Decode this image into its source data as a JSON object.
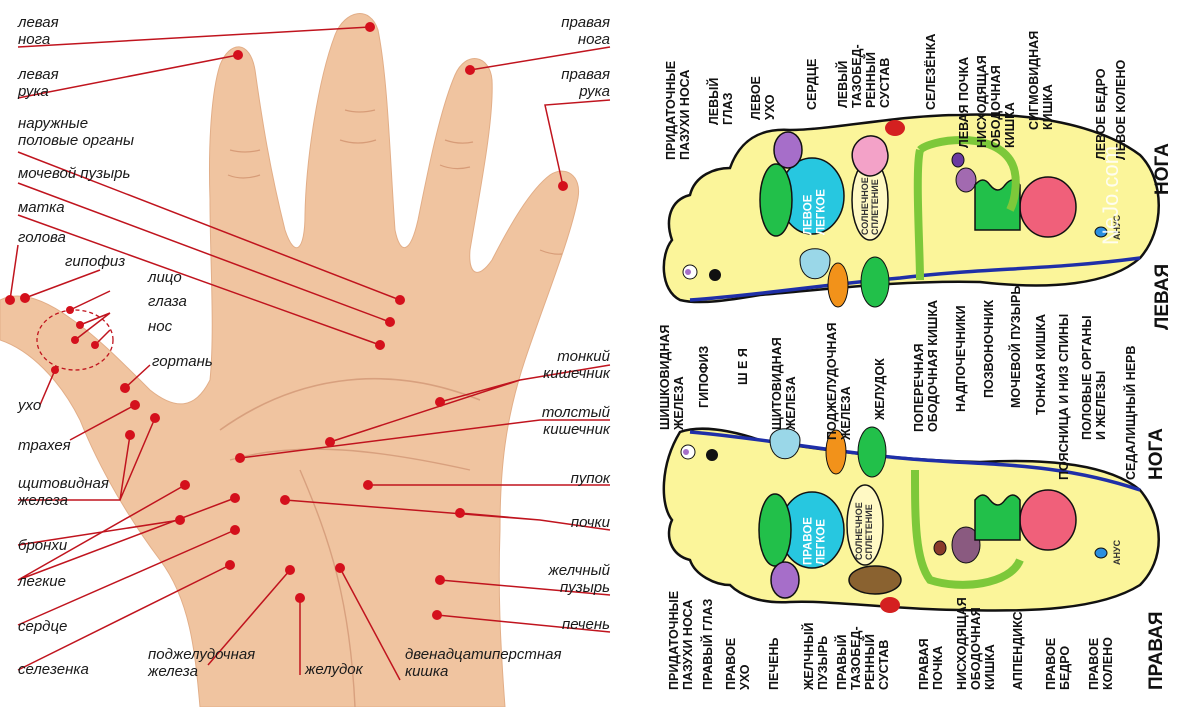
{
  "hand": {
    "left_labels": {
      "left_leg": "левая\nнога",
      "left_arm": "левая\nрука",
      "genitals": "наружные\nполовые органы",
      "bladder": "мочевой пузырь",
      "uterus": "матка",
      "head": "голова",
      "pituitary": "гипофиз",
      "face": "лицо",
      "eyes": "глаза",
      "nose": "нос",
      "larynx": "гортань",
      "ear": "ухо",
      "trachea": "трахея",
      "thyroid": "щитовидная\nжелеза",
      "bronchi": "бронхи",
      "lungs": "легкие",
      "heart": "сердце",
      "spleen": "селезенка",
      "pancreas": "поджелудочная\nжелеза",
      "stomach": "желудок"
    },
    "right_labels": {
      "right_leg": "правая\nнога",
      "right_arm": "правая\nрука",
      "small_intestine": "тонкий\nкишечник",
      "large_intestine": "толстый\nкишечник",
      "navel": "пупок",
      "kidneys": "почки",
      "gallbladder": "желчный\nпузырь",
      "liver": "печень",
      "duodenum": "двенадцатиперстная\nкишка"
    },
    "colors": {
      "line": "#c0141e",
      "dot": "#d4101c",
      "skin": "#f2c9a6"
    }
  },
  "feet": {
    "side_labels": {
      "left_foot_a": "ЛЕВАЯ",
      "left_foot_b": "НОГА",
      "right_foot_a": "ПРАВАЯ",
      "right_foot_b": "НОГА"
    },
    "top_labels": {
      "sinus": "ПРИДАТОЧНЫЕ\nПАЗУХИ НОСА",
      "left_eye": "ЛЕВЫЙ\nГЛАЗ",
      "left_ear": "ЛЕВОЕ\nУХО",
      "heart": "СЕРДЦЕ",
      "left_hip_joint": "ЛЕВЫЙ\nТАЗОБЕД-\nРЕННЫЙ\nСУСТАВ",
      "spleen": "СЕЛЕЗЁНКА",
      "left_kidney": "ЛЕВАЯ ПОЧКА",
      "desc_colon": "НИСХОДЯЩАЯ\nОБОДОЧНАЯ\nКИШКА",
      "sigmoid": "СИГМОВИДНАЯ\nКИШКА",
      "left_thigh": "ЛЕВОЕ БЕДРО",
      "left_knee": "ЛЕВОЕ КОЛЕНО"
    },
    "middle_labels": {
      "pineal": "ШИШКОВИДНАЯ\nЖЕЛЕЗА",
      "pituitary": "ГИПОФИЗ",
      "neck": "Ш Е Я",
      "thyroid": "ЩИТОВИДНАЯ\nЖЕЛЕЗА",
      "pancreas": "ПОДЖЕЛУДОЧНАЯ\nЖЕЛЕЗА",
      "stomach": "ЖЕЛУДОК",
      "trans_colon": "ПОПЕРЕЧНАЯ\nОБОДОЧНАЯ КИШКА",
      "adrenals": "НАДПОЧЕЧНИКИ",
      "spine": "ПОЗВОНОЧНИК",
      "bladder": "МОЧЕВОЙ ПУЗЫРЬ",
      "small_int": "ТОНКАЯ КИШКА",
      "lower_back": "ПОЯСНИЦА И НИЗ СПИНЫ",
      "genital": "ПОЛОВЫЕ ОРГАНЫ\nИ ЖЕЛЕЗЫ",
      "sciatic": "СЕДАЛИЩНЫЙ НЕРВ"
    },
    "bottom_labels": {
      "sinus": "ПРИДАТОЧНЫЕ\nПАЗУХИ НОСА",
      "right_eye": "ПРАВЫЙ ГЛАЗ",
      "right_ear": "ПРАВОЕ\nУХО",
      "liver": "ПЕЧЕНЬ",
      "gallbladder": "ЖЕЛЧНЫЙ\nПУЗЫРЬ",
      "right_hip_joint": "ПРАВЫЙ\nТАЗОБЕД-\nРЕННЫЙ\nСУСТАВ",
      "right_kidney": "ПРАВАЯ\nПОЧКА",
      "desc_colon": "НИСХОДЯЩАЯ\nОБОДОЧНАЯ\nКИШКА",
      "appendix": "АППЕНДИКС",
      "right_thigh": "ПРАВОЕ\nБЕДРО",
      "right_knee": "ПРАВОЕ\nКОЛЕНО"
    },
    "zones": {
      "left_lung": "ЛЕВОЕ\nЛЕГКОЕ",
      "right_lung": "ПРАВОЕ\nЛЕГКОЕ",
      "solar1": "СОЛНЕЧНОЕ\nСПЛЕТЕНИЕ",
      "solar2": "СОЛНЕЧНОЕ\nСПЛЕТЕНИЕ",
      "anus1": "АНУС",
      "anus2": "АНУС"
    },
    "watermark": "NeJo.com",
    "colors": {
      "foot": "#fbf59a",
      "outline": "#111111",
      "blue": "#1f2fa8",
      "lung": "#27c7e0",
      "green": "#22c04a",
      "red": "#f0607a"
    }
  }
}
